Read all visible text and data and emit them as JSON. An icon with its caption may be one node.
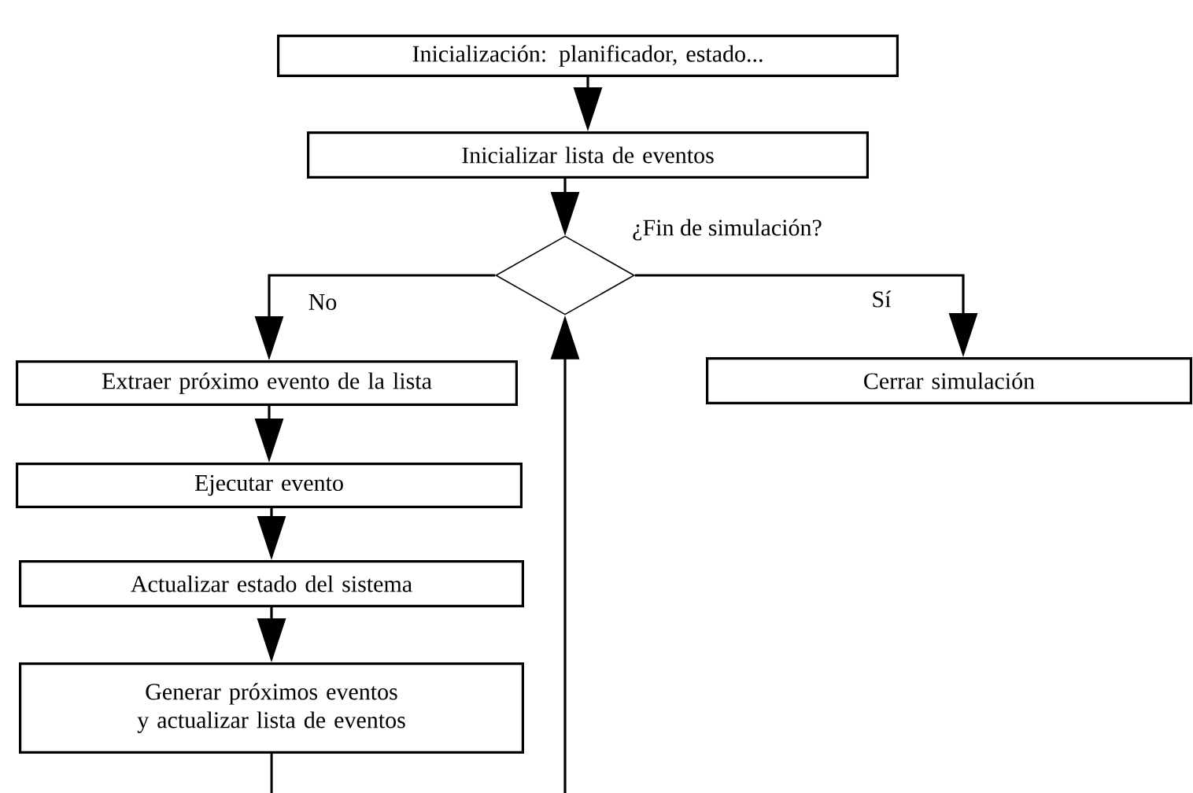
{
  "diagram": {
    "nodes": [
      {
        "text": [
          "Inicialización: planificador, estado..."
        ]
      },
      {
        "text": [
          "Inicializar lista de eventos"
        ]
      },
      {
        "text": [],
        "shape": "diamond",
        "beside": [
          "¿Fin de simulación?"
        ]
      },
      {
        "text": [
          "Extraer próximo evento de la lista"
        ]
      },
      {
        "text": [
          "Ejecutar evento"
        ]
      },
      {
        "text": [
          "Actualizar estado del sistema"
        ]
      },
      {
        "text": [
          "Generar próximos eventos y actualizar lista de eventos"
        ]
      },
      {
        "text": [
          "Cerrar simulación"
        ]
      }
    ],
    "edges": [
      {
        "from": 0,
        "to": 1,
        "arrow": "to"
      },
      {
        "from": 1,
        "to": 2,
        "arrow": "to"
      },
      {
        "from": 2,
        "to": 3,
        "arrow": "to",
        "label": "No"
      },
      {
        "from": 2,
        "to": 7,
        "arrow": "to",
        "label": "Sí"
      },
      {
        "from": 3,
        "to": 4,
        "arrow": "to"
      },
      {
        "from": 4,
        "to": 5,
        "arrow": "to"
      },
      {
        "from": 5,
        "to": 6,
        "arrow": "to"
      },
      {
        "from": 6,
        "to": 2,
        "arrow": "to"
      }
    ]
  }
}
